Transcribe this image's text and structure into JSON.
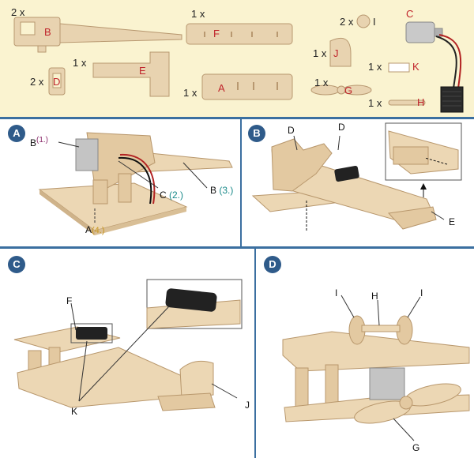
{
  "parts": [
    {
      "qty": "2 x",
      "letter": "B"
    },
    {
      "qty": "1 x",
      "letter": "F"
    },
    {
      "qty": "2 x",
      "letter": "I"
    },
    {
      "qty": "",
      "letter": "C"
    },
    {
      "qty": "1 x",
      "letter": "E"
    },
    {
      "qty": "1 x",
      "letter": "J"
    },
    {
      "qty": "2 x",
      "letter": "D"
    },
    {
      "qty": "1 x",
      "letter": "A"
    },
    {
      "qty": "1 x",
      "letter": "G"
    },
    {
      "qty": "1 x",
      "letter": "K"
    },
    {
      "qty": "1 x",
      "letter": "H"
    }
  ],
  "steps": [
    {
      "badge": "A"
    },
    {
      "badge": "B"
    },
    {
      "badge": "C"
    },
    {
      "badge": "D"
    }
  ],
  "stepA": {
    "b1_letter": "B",
    "b1_num": "(1.)",
    "c_letter": "C",
    "c_num": "(2.)",
    "b3_letter": "B",
    "b3_num": "(3.)",
    "a_letter": "A",
    "a_num": "(4.)"
  },
  "stepB": {
    "d1": "D",
    "d2": "D",
    "e": "E"
  },
  "stepC": {
    "f": "F",
    "k": "K",
    "j": "J"
  },
  "stepD": {
    "i1": "I",
    "h": "H",
    "i2": "I",
    "g": "G"
  },
  "colors": {
    "accent_blue": "#2f5b8a",
    "part_red": "#c0242b",
    "num_purple": "#8a2a6a",
    "num_teal": "#1a8a8a",
    "num_gold": "#c8961e",
    "wood": "#e8d3b0"
  }
}
